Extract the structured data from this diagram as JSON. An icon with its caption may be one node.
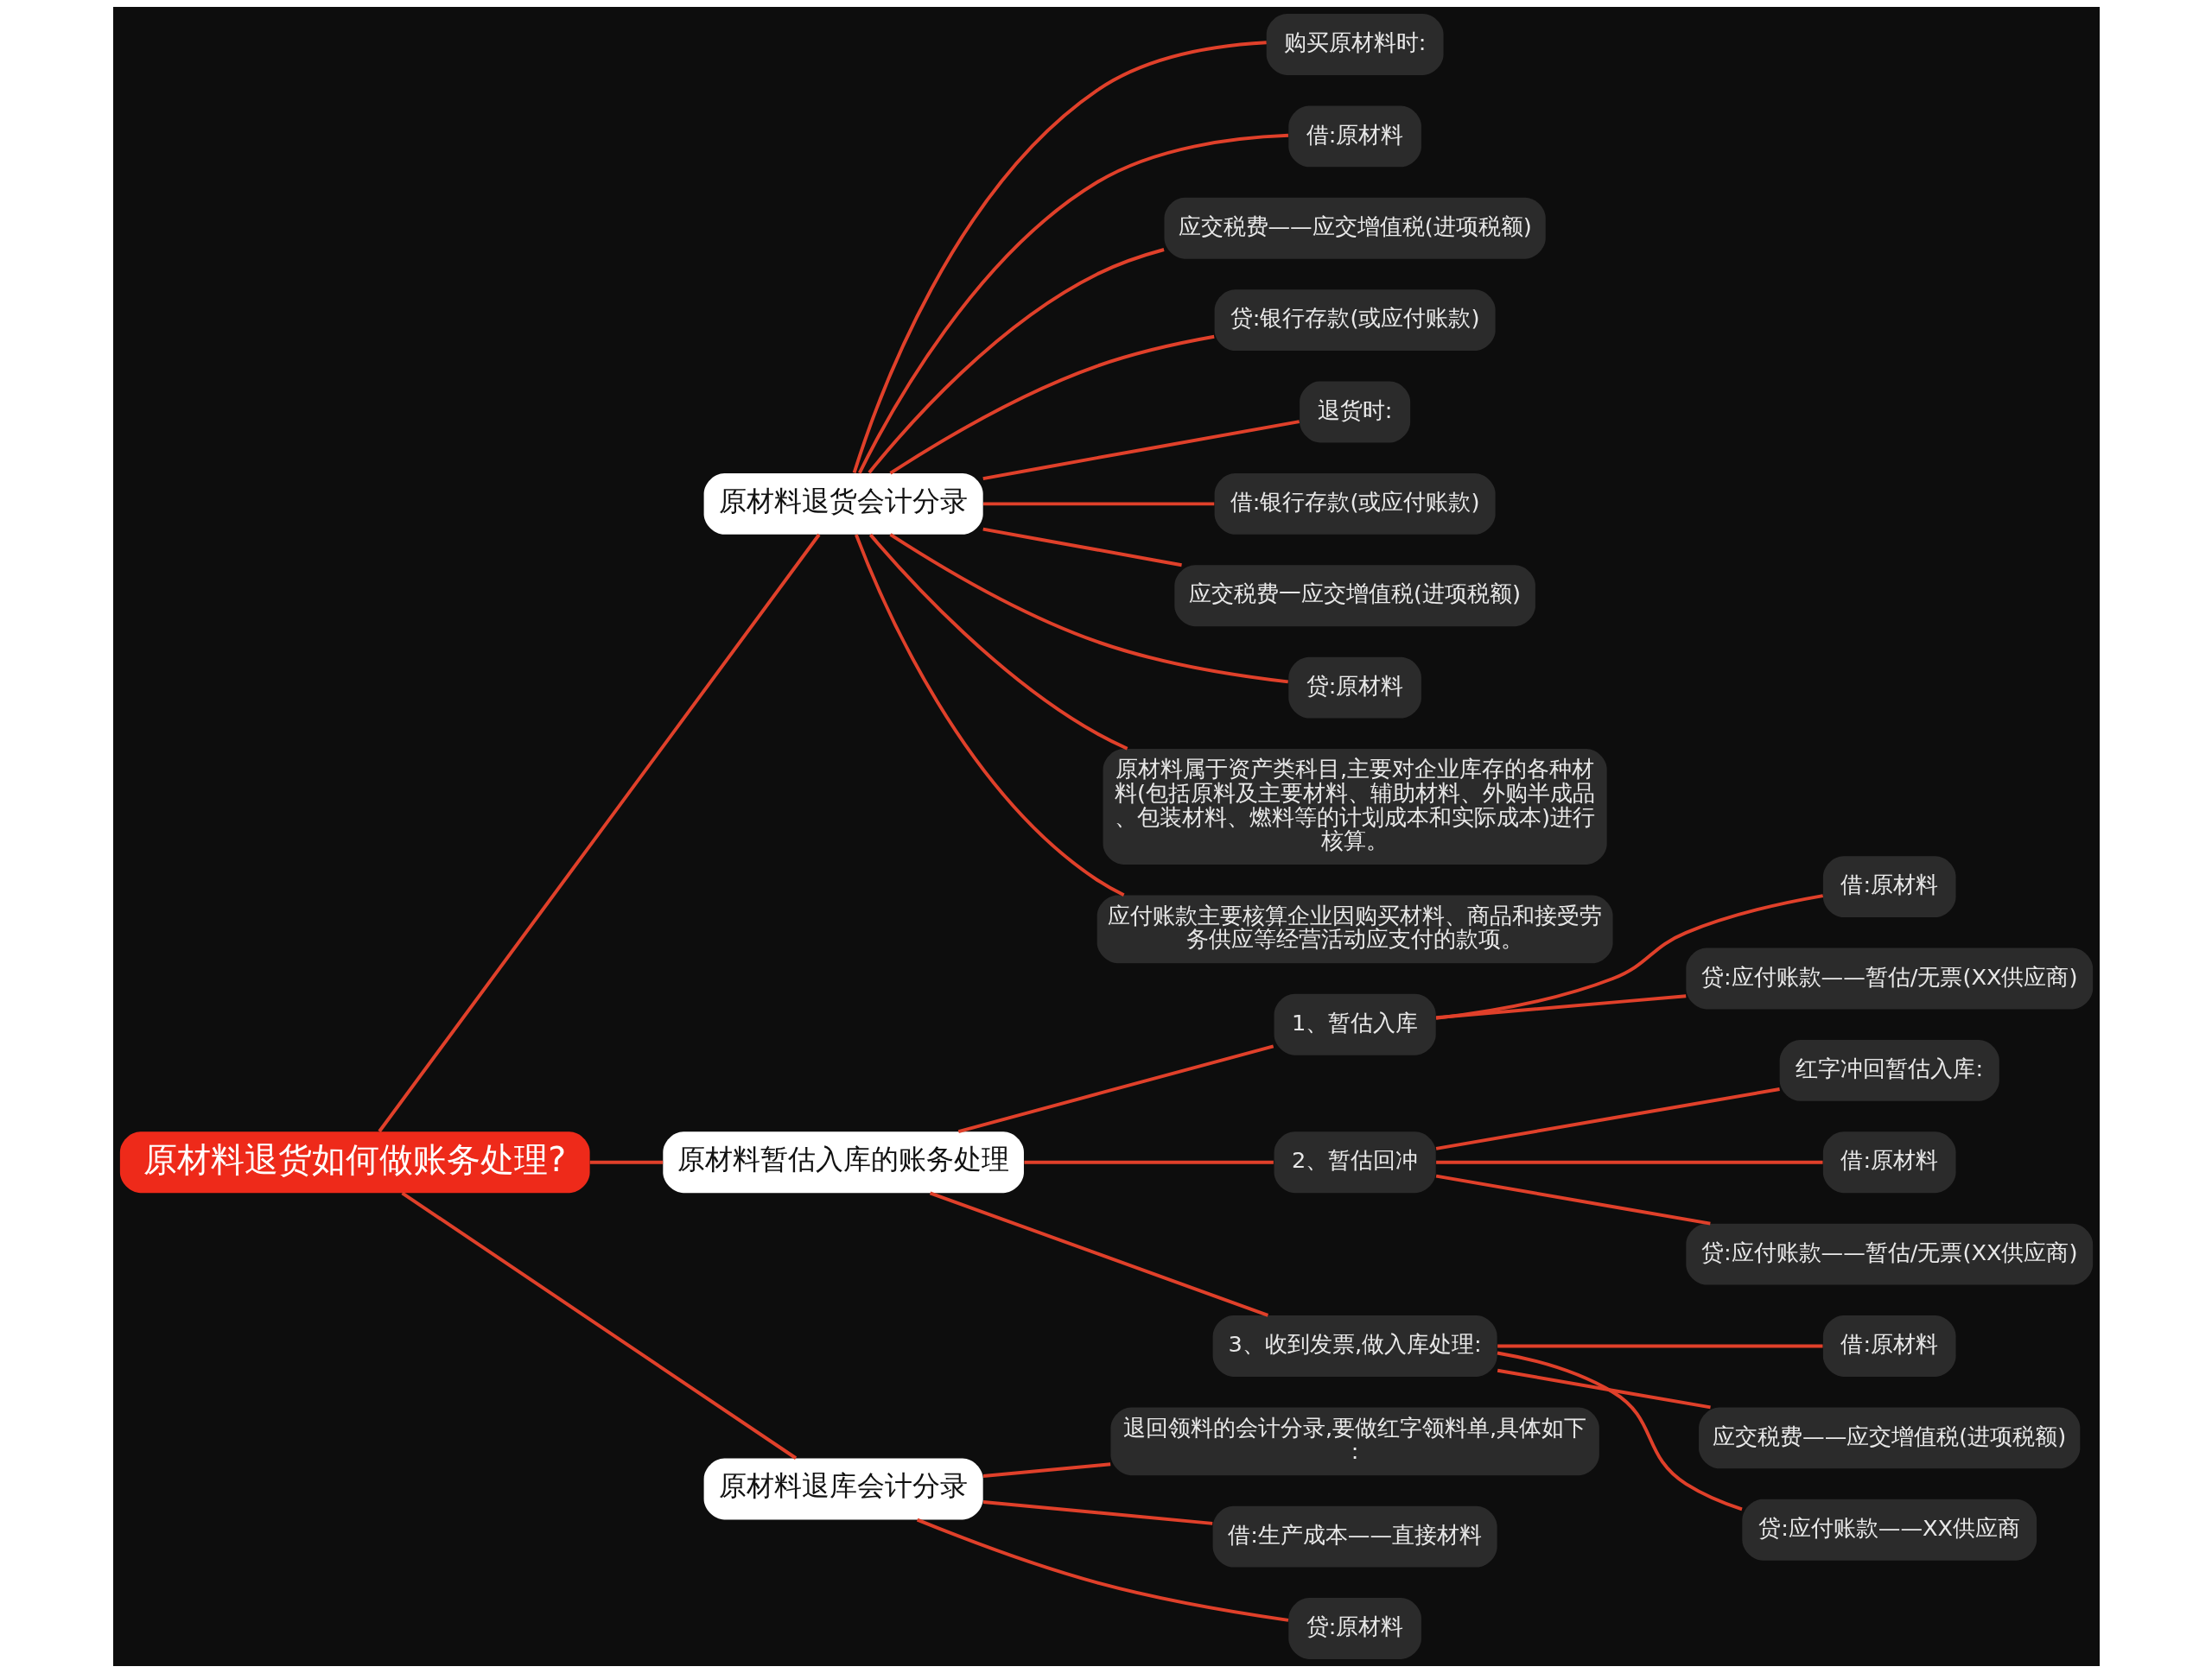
{
  "diagram": {
    "nodes": [
      {
        "text": [
          "原材料退货如何做账务处理?"
        ]
      },
      {
        "text": [
          "原材料退货会计分录"
        ]
      },
      {
        "text": [
          "购买原材料时:"
        ]
      },
      {
        "text": [
          "借:原材料"
        ]
      },
      {
        "text": [
          "应交税费——应交增值税(进项税额)"
        ]
      },
      {
        "text": [
          "贷:银行存款(或应付账款)"
        ]
      },
      {
        "text": [
          "退货时:"
        ]
      },
      {
        "text": [
          "借:银行存款(或应付账款)"
        ]
      },
      {
        "text": [
          "应交税费一应交增值税(进项税额)"
        ]
      },
      {
        "text": [
          "贷:原材料"
        ]
      },
      {
        "text": [
          "原材料属于资产类科目,主要对企业库存的各种材料(包括原料及主要材料、辅助材料、外购半成品、包装材料、燃料等的计划成本和实际成本)进行核算。"
        ]
      },
      {
        "text": [
          "应付账款主要核算企业因购买材料、商品和接受劳务供应等经营活动应支付的款项。"
        ]
      },
      {
        "text": [
          "原材料暂估入库的账务处理"
        ]
      },
      {
        "text": [
          "1、暂估入库"
        ]
      },
      {
        "text": [
          "借:原材料"
        ]
      },
      {
        "text": [
          "贷:应付账款——暂估/无票(XX供应商)"
        ]
      },
      {
        "text": [
          "2、暂估回冲"
        ]
      },
      {
        "text": [
          "红字冲回暂估入库:"
        ]
      },
      {
        "text": [
          "借:原材料"
        ]
      },
      {
        "text": [
          "贷:应付账款——暂估/无票(XX供应商)"
        ]
      },
      {
        "text": [
          "3、收到发票,做入库处理:"
        ]
      },
      {
        "text": [
          "借:原材料"
        ]
      },
      {
        "text": [
          "应交税费——应交增值税(进项税额)"
        ]
      },
      {
        "text": [
          "贷:应付账款——XX供应商"
        ]
      },
      {
        "text": [
          "原材料退库会计分录"
        ]
      },
      {
        "text": [
          "退回领料的会计分录,要做红字领料单,具体如下:"
        ]
      },
      {
        "text": [
          "借:生产成本——直接材料"
        ]
      },
      {
        "text": [
          "贷:原材料"
        ]
      }
    ],
    "edges": [
      {
        "from": 0,
        "to": 1,
        "arrow": "none"
      },
      {
        "from": 1,
        "to": 2,
        "arrow": "none"
      },
      {
        "from": 1,
        "to": 3,
        "arrow": "none"
      },
      {
        "from": 1,
        "to": 4,
        "arrow": "none"
      },
      {
        "from": 1,
        "to": 5,
        "arrow": "none"
      },
      {
        "from": 1,
        "to": 6,
        "arrow": "none"
      },
      {
        "from": 1,
        "to": 7,
        "arrow": "none"
      },
      {
        "from": 1,
        "to": 8,
        "arrow": "none"
      },
      {
        "from": 1,
        "to": 9,
        "arrow": "none"
      },
      {
        "from": 1,
        "to": 10,
        "arrow": "none"
      },
      {
        "from": 1,
        "to": 11,
        "arrow": "none"
      },
      {
        "from": 0,
        "to": 12,
        "arrow": "none"
      },
      {
        "from": 12,
        "to": 13,
        "arrow": "none"
      },
      {
        "from": 13,
        "to": 14,
        "arrow": "none"
      },
      {
        "from": 13,
        "to": 15,
        "arrow": "none"
      },
      {
        "from": 12,
        "to": 16,
        "arrow": "none"
      },
      {
        "from": 16,
        "to": 17,
        "arrow": "none"
      },
      {
        "from": 16,
        "to": 18,
        "arrow": "none"
      },
      {
        "from": 16,
        "to": 19,
        "arrow": "none"
      },
      {
        "from": 12,
        "to": 20,
        "arrow": "none"
      },
      {
        "from": 20,
        "to": 21,
        "arrow": "none"
      },
      {
        "from": 20,
        "to": 22,
        "arrow": "none"
      },
      {
        "from": 20,
        "to": 23,
        "arrow": "none"
      },
      {
        "from": 0,
        "to": 24,
        "arrow": "none"
      },
      {
        "from": 24,
        "to": 25,
        "arrow": "none"
      },
      {
        "from": 24,
        "to": 26,
        "arrow": "none"
      },
      {
        "from": 24,
        "to": 27,
        "arrow": "none"
      }
    ]
  }
}
